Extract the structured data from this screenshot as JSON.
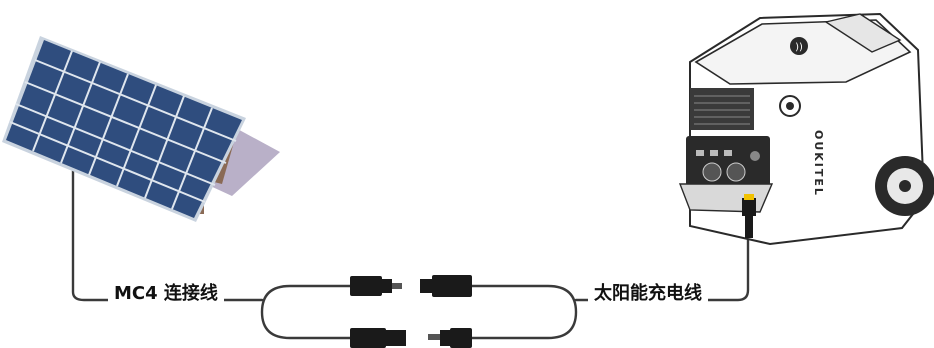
{
  "labels": {
    "mc4_cable": "MC4 连接线",
    "solar_charge_cable": "太阳能充电线"
  },
  "device": {
    "brand": "OUKITEL"
  },
  "colors": {
    "cable": "#3a3a3a",
    "connector": "#1a1a1a",
    "panel_cell": "#2f4d7e",
    "panel_grid": "#dfe6ee",
    "panel_stand": "#8a6a55",
    "panel_shadow": "#b9b0c8",
    "plug_accent": "#f2c200"
  }
}
